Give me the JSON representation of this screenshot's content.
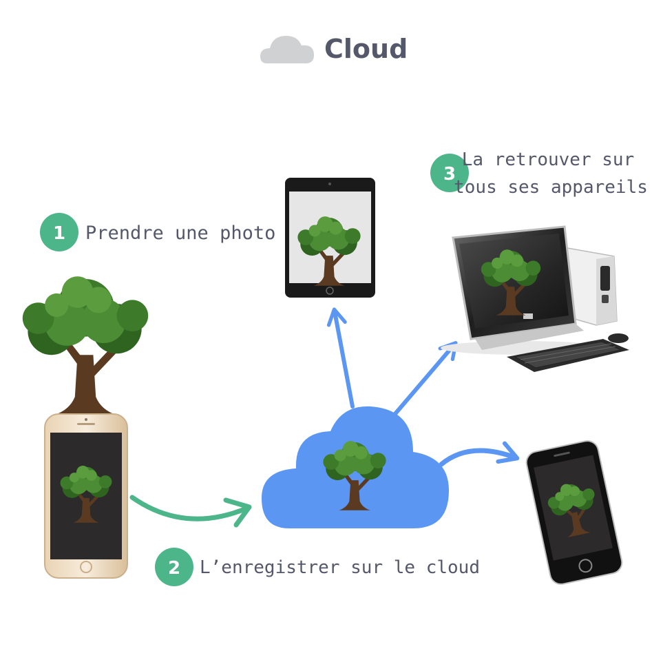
{
  "title": "Cloud",
  "steps": [
    {
      "number": "1",
      "label": "Prendre une photo"
    },
    {
      "number": "2",
      "label": "L’enregistrer sur le cloud"
    },
    {
      "number": "3",
      "label_line1": "La retrouver sur",
      "label_line2": "tous ses appareils"
    }
  ],
  "colors": {
    "badge": "#4db58a",
    "text": "#55586a",
    "title_cloud_icon": "#cfd1d3",
    "cloud": "#5b97f2",
    "arrow_blue": "#5b97f2",
    "arrow_green": "#4db58a",
    "tree_leaf": "#3d7a2a",
    "tree_trunk": "#5a3b22"
  },
  "icons": {
    "title_icon": "cloud-icon",
    "tree": "tree-icon",
    "phone": "smartphone-icon",
    "tablet": "tablet-icon",
    "desktop": "desktop-computer-icon"
  }
}
